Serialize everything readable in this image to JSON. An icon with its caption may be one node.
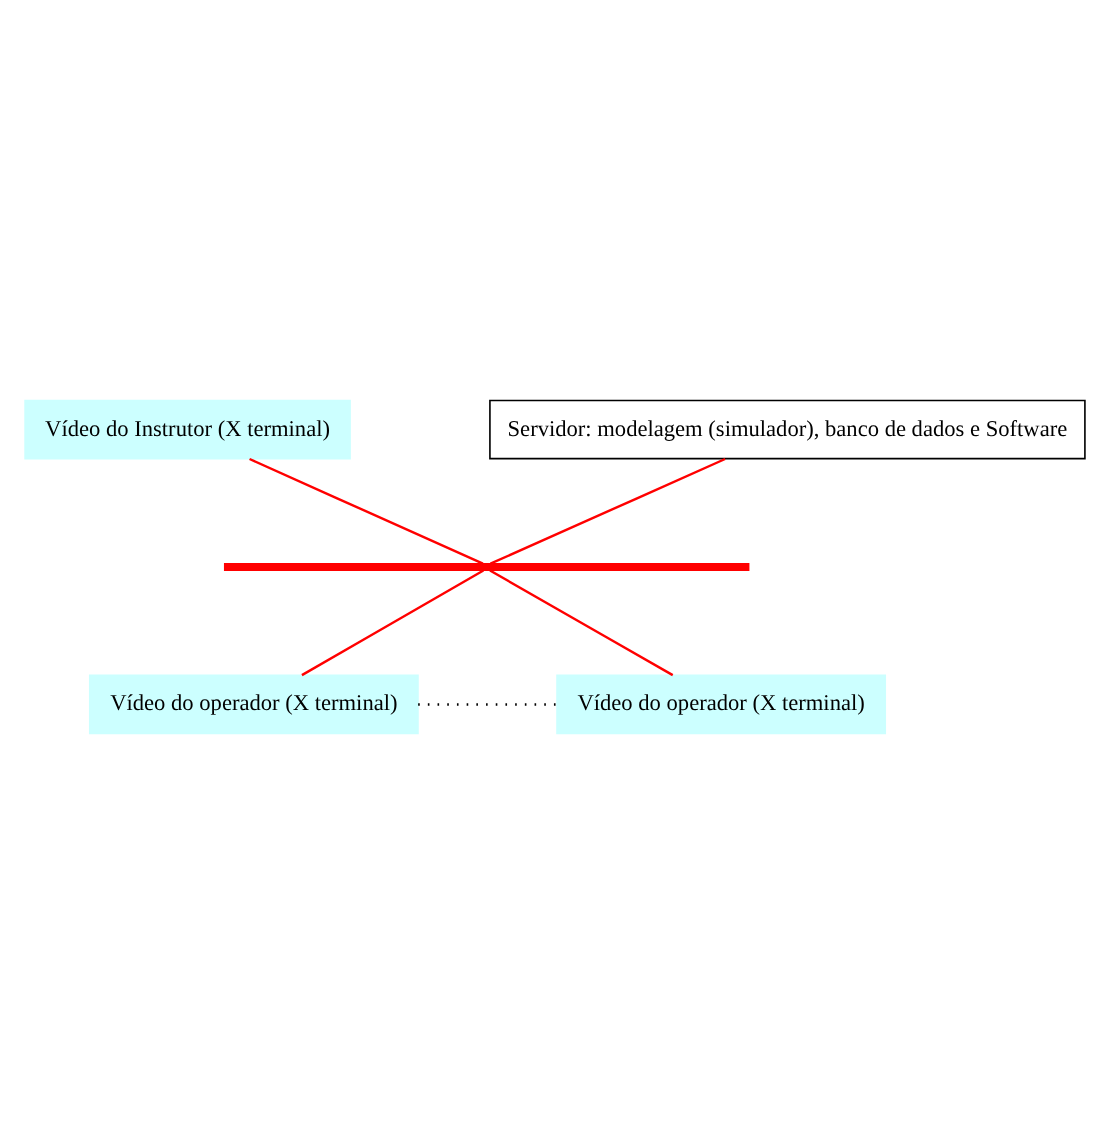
{
  "diagram": {
    "nodes": [
      {
        "text": [
          "Vídeo do Instrutor (X terminal)"
        ]
      },
      {
        "text": [
          "Servidor: modelagem (simulador), banco de dados e Software"
        ]
      },
      {
        "text": [],
        "shape": "cable"
      },
      {
        "text": [
          "Vídeo do operador (X terminal)"
        ]
      },
      {
        "text": [
          "Vídeo do operador (X terminal)"
        ]
      }
    ],
    "edges": [
      {
        "from": 0,
        "to": 2,
        "arrow": "none"
      },
      {
        "from": 1,
        "to": 2,
        "arrow": "none"
      },
      {
        "from": 2,
        "to": 3,
        "arrow": "none"
      },
      {
        "from": 2,
        "to": 4,
        "arrow": "none"
      },
      {
        "from": 3,
        "to": 4,
        "arrow": "none",
        "style": "dashed",
        "color": "#000000"
      }
    ]
  }
}
